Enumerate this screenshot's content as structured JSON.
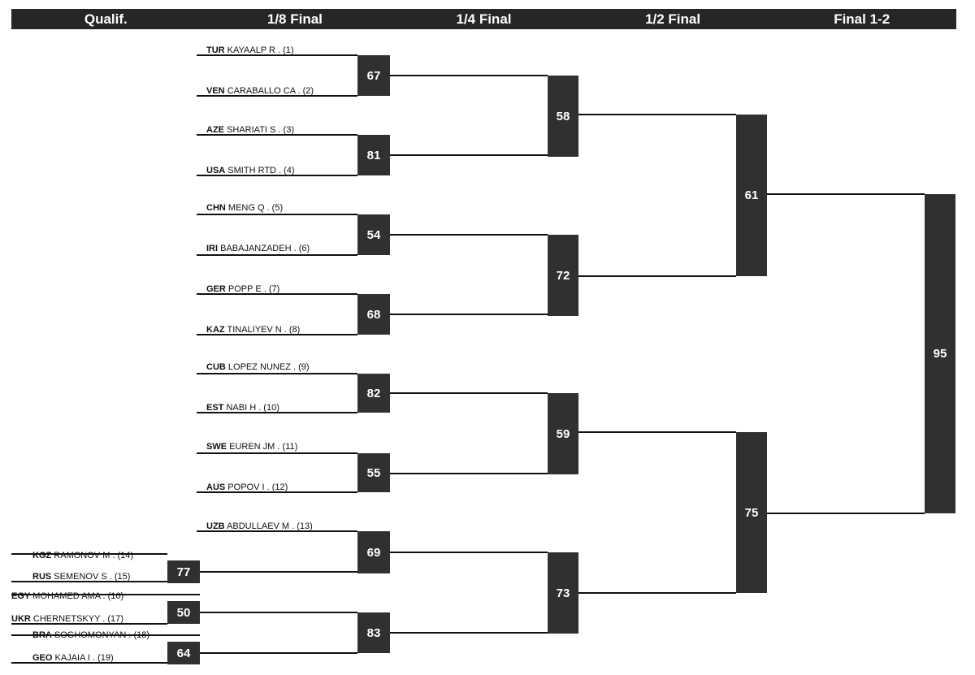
{
  "header": {
    "rounds": [
      "Qualif.",
      "1/8 Final",
      "1/4 Final",
      "1/2 Final",
      "Final 1-2"
    ]
  },
  "athletes": [
    {
      "country": "TUR",
      "name": "KAYAALP R . (1)"
    },
    {
      "country": "VEN",
      "name": "CARABALLO CA . (2)"
    },
    {
      "country": "AZE",
      "name": "SHARIATI S . (3)"
    },
    {
      "country": "USA",
      "name": "SMITH RTD . (4)"
    },
    {
      "country": "CHN",
      "name": "MENG Q . (5)"
    },
    {
      "country": "IRI",
      "name": "BABAJANZADEH . (6)"
    },
    {
      "country": "GER",
      "name": "POPP E . (7)"
    },
    {
      "country": "KAZ",
      "name": "TINALIYEV N . (8)"
    },
    {
      "country": "CUB",
      "name": "LOPEZ NUNEZ . (9)"
    },
    {
      "country": "EST",
      "name": "NABI H . (10)"
    },
    {
      "country": "SWE",
      "name": "EUREN JM . (11)"
    },
    {
      "country": "AUS",
      "name": "POPOV I . (12)"
    },
    {
      "country": "UZB",
      "name": "ABDULLAEV M . (13)"
    },
    {
      "country": "KGZ",
      "name": "RAMONOV M . (14)"
    },
    {
      "country": "RUS",
      "name": "SEMENOV S . (15)"
    },
    {
      "country": "EGY",
      "name": "MOHAMED AMA . (16)"
    },
    {
      "country": "UKR",
      "name": "CHERNETSKYY . (17)"
    },
    {
      "country": "BRA",
      "name": "SOGHOMONYAN . (18)"
    },
    {
      "country": "GEO",
      "name": "KAJAIA I . (19)"
    }
  ],
  "bouts": {
    "qualif": [
      "77",
      "50",
      "64"
    ],
    "r16": [
      "67",
      "81",
      "54",
      "68",
      "82",
      "55",
      "69",
      "83"
    ],
    "qf": [
      "58",
      "72",
      "59",
      "73"
    ],
    "sf": [
      "61",
      "75"
    ],
    "final": [
      "95"
    ]
  }
}
